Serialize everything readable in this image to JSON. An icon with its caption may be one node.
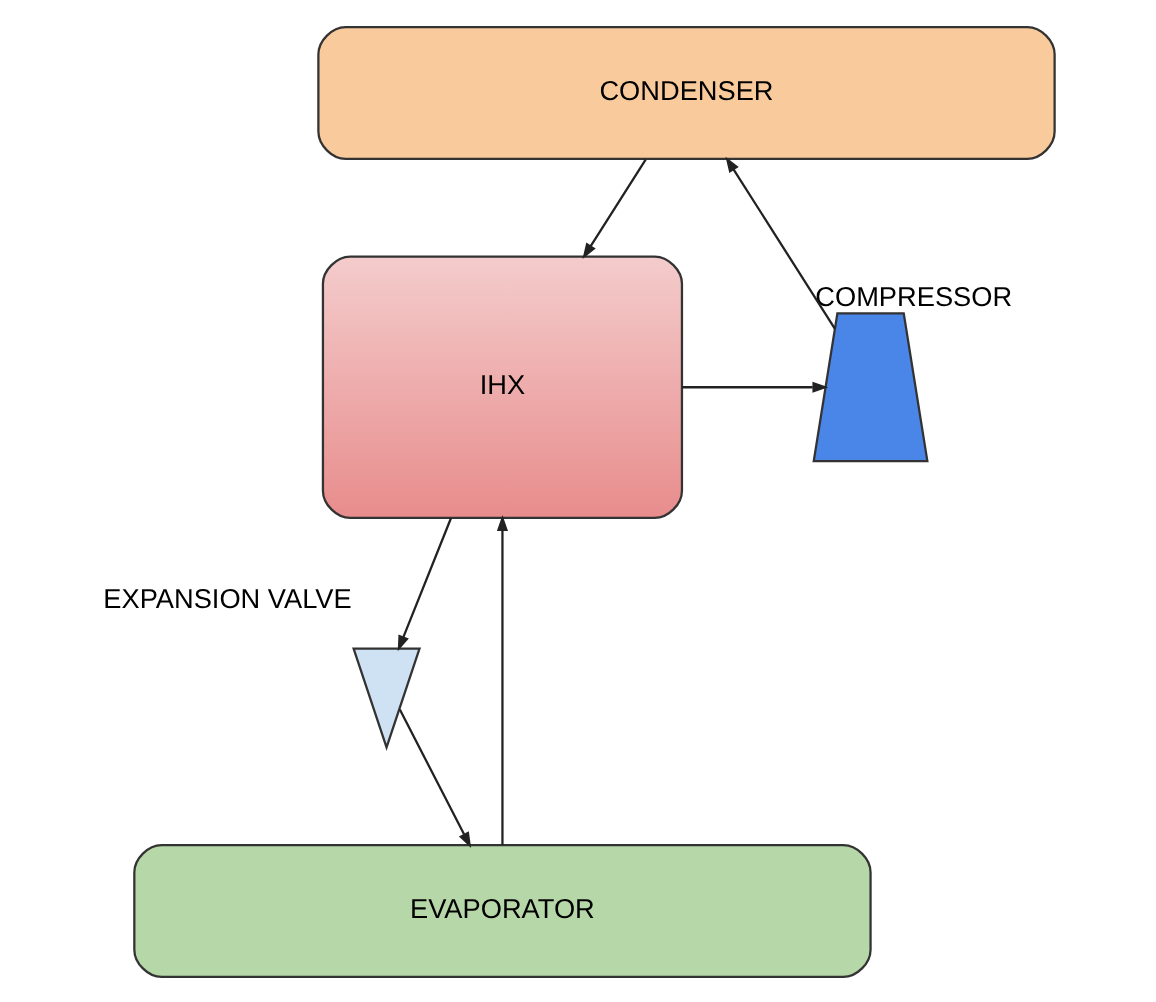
{
  "diagram": {
    "nodes": [
      {
        "text": [
          "CONDENSER"
        ]
      },
      {
        "text": [],
        "shape": "trapezoid",
        "beside": [
          "COMPRESSOR"
        ]
      },
      {
        "text": [
          "IHX"
        ]
      },
      {
        "text": [],
        "shape": "valve",
        "beside": [
          "EXPANSION VALVE"
        ]
      },
      {
        "text": [
          "EVAPORATOR"
        ]
      }
    ],
    "edges": [
      {
        "from": 0,
        "to": 2,
        "arrow": "to"
      },
      {
        "from": 2,
        "to": 3,
        "arrow": "to"
      },
      {
        "from": 3,
        "to": 4,
        "arrow": "to"
      },
      {
        "from": 4,
        "to": 2,
        "arrow": "to"
      },
      {
        "from": 2,
        "to": 1,
        "arrow": "to"
      },
      {
        "from": 1,
        "to": 0,
        "arrow": "to"
      }
    ]
  }
}
